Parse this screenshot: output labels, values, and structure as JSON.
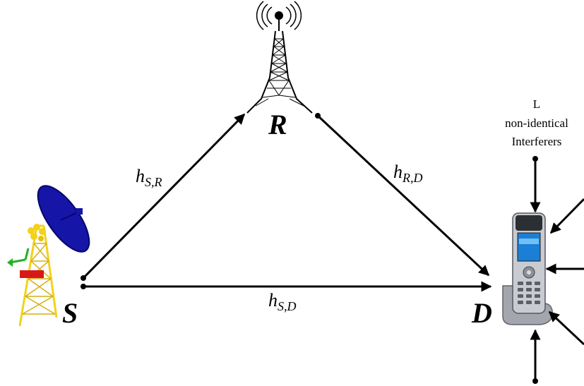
{
  "nodes": {
    "source": {
      "label": "S"
    },
    "relay": {
      "label": "R"
    },
    "destination": {
      "label": "D"
    }
  },
  "edges": {
    "sr": {
      "main": "h",
      "sub": "S,R"
    },
    "rd": {
      "main": "h",
      "sub": "R,D"
    },
    "sd": {
      "main": "h",
      "sub": "S,D"
    }
  },
  "interferers": {
    "line1": "L",
    "line2": "non-identical",
    "line3": "Interferers"
  },
  "icons": {
    "source": "satellite-dish-tower-icon",
    "relay": "radio-tower-icon",
    "destination": "cordless-phone-icon"
  },
  "colors": {
    "dish": "#1515a8",
    "tower_yellow": "#f2d21a",
    "phone_silver": "#b9bcc2"
  }
}
